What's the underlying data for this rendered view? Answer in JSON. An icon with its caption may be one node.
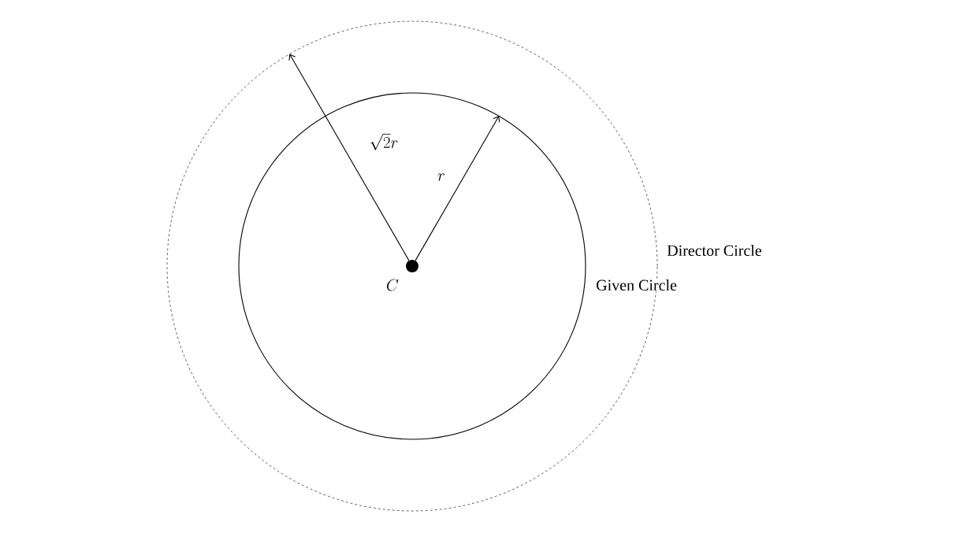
{
  "diagram": {
    "nodes": [
      {
        "text": [],
        "shape": "circle",
        "beside": [
          "Director Circle"
        ]
      },
      {
        "text": [],
        "shape": "circle",
        "beside": [
          "Given Circle"
        ],
        "in": 0
      },
      {
        "text": [],
        "shape": "circle",
        "beside": [
          "C"
        ],
        "in": 1
      }
    ],
    "edges": [
      {
        "from": 2,
        "to": 0,
        "arrow": "to",
        "label": "\\sqrt{2}r"
      },
      {
        "from": 2,
        "to": 1,
        "arrow": "to",
        "label": "r"
      }
    ]
  }
}
